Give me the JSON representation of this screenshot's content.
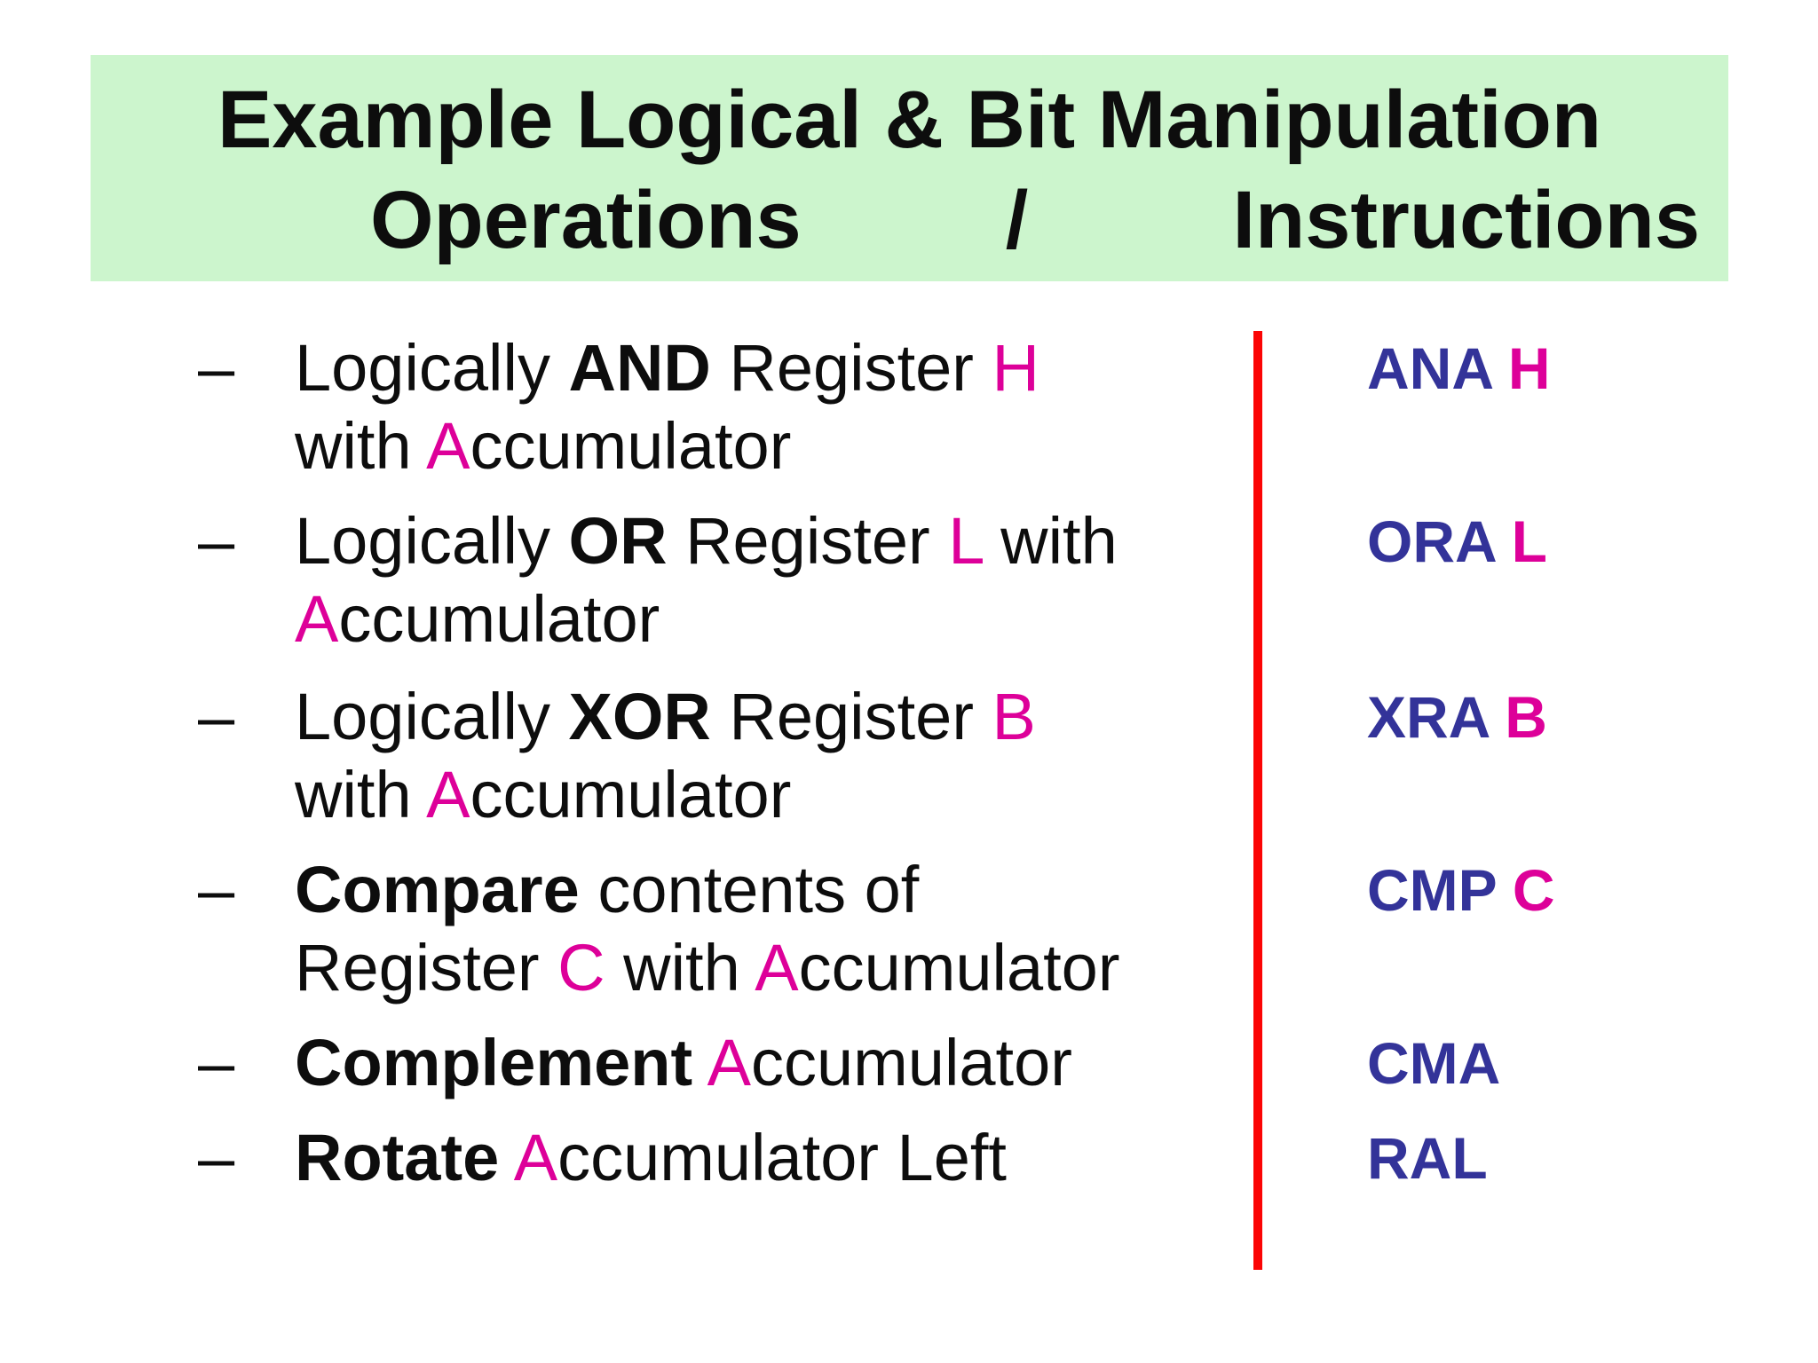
{
  "slide": {
    "bullet": "–",
    "colors": {
      "banner_background": "#ccf5cd",
      "body_text": "#0d0d0d",
      "accent_magenta": "#dd0099",
      "mnemonic_blue": "#333399",
      "divider_red": "#fb0505"
    },
    "title": {
      "line1": "Example Logical & Bit Manipulation",
      "line2_left": "Operations",
      "line2_separator": "/",
      "line2_right": "Instructions"
    },
    "rows": [
      {
        "line1": [
          {
            "t": "Logically ",
            "s": "n"
          },
          {
            "t": "AND",
            "s": "b"
          },
          {
            "t": " Register ",
            "s": "n"
          },
          {
            "t": "H",
            "s": "a"
          }
        ],
        "line2": [
          {
            "t": "with ",
            "s": "n"
          },
          {
            "t": "A",
            "s": "a"
          },
          {
            "t": "ccumulator",
            "s": "n"
          }
        ],
        "mnemonic": [
          {
            "t": "ANA ",
            "s": "m"
          },
          {
            "t": "H",
            "s": "ma"
          }
        ]
      },
      {
        "line1": [
          {
            "t": "Logically ",
            "s": "n"
          },
          {
            "t": "OR",
            "s": "b"
          },
          {
            "t": " Register ",
            "s": "n"
          },
          {
            "t": "L",
            "s": "a"
          },
          {
            "t": " with",
            "s": "n"
          }
        ],
        "line2": [
          {
            "t": "A",
            "s": "a"
          },
          {
            "t": "ccumulator",
            "s": "n"
          }
        ],
        "mnemonic": [
          {
            "t": "ORA ",
            "s": "m"
          },
          {
            "t": "L",
            "s": "ma"
          }
        ]
      },
      {
        "line1": [
          {
            "t": "Logically ",
            "s": "n"
          },
          {
            "t": "XOR",
            "s": "b"
          },
          {
            "t": " Register ",
            "s": "n"
          },
          {
            "t": "B",
            "s": "a"
          }
        ],
        "line2": [
          {
            "t": "with ",
            "s": "n"
          },
          {
            "t": "A",
            "s": "a"
          },
          {
            "t": "ccumulator",
            "s": "n"
          }
        ],
        "mnemonic": [
          {
            "t": "XRA ",
            "s": "m"
          },
          {
            "t": "B",
            "s": "ma"
          }
        ]
      },
      {
        "line1": [
          {
            "t": "Compare",
            "s": "b"
          },
          {
            "t": " contents of",
            "s": "n"
          }
        ],
        "line2": [
          {
            "t": "Register ",
            "s": "n"
          },
          {
            "t": "C",
            "s": "a"
          },
          {
            "t": " with ",
            "s": "n"
          },
          {
            "t": "A",
            "s": "a"
          },
          {
            "t": "ccumulator",
            "s": "n"
          }
        ],
        "mnemonic": [
          {
            "t": "CMP ",
            "s": "m"
          },
          {
            "t": "C",
            "s": "ma"
          }
        ]
      },
      {
        "line1": [
          {
            "t": "Complement",
            "s": "b"
          },
          {
            "t": " ",
            "s": "n"
          },
          {
            "t": "A",
            "s": "a"
          },
          {
            "t": "ccumulator",
            "s": "n"
          }
        ],
        "line2": [],
        "mnemonic": [
          {
            "t": "CMA",
            "s": "m"
          }
        ]
      },
      {
        "line1": [
          {
            "t": "Rotate",
            "s": "b"
          },
          {
            "t": " ",
            "s": "n"
          },
          {
            "t": "A",
            "s": "a"
          },
          {
            "t": "ccumulator Left",
            "s": "n"
          }
        ],
        "line2": [],
        "mnemonic": [
          {
            "t": "RAL",
            "s": "m"
          }
        ]
      }
    ]
  }
}
